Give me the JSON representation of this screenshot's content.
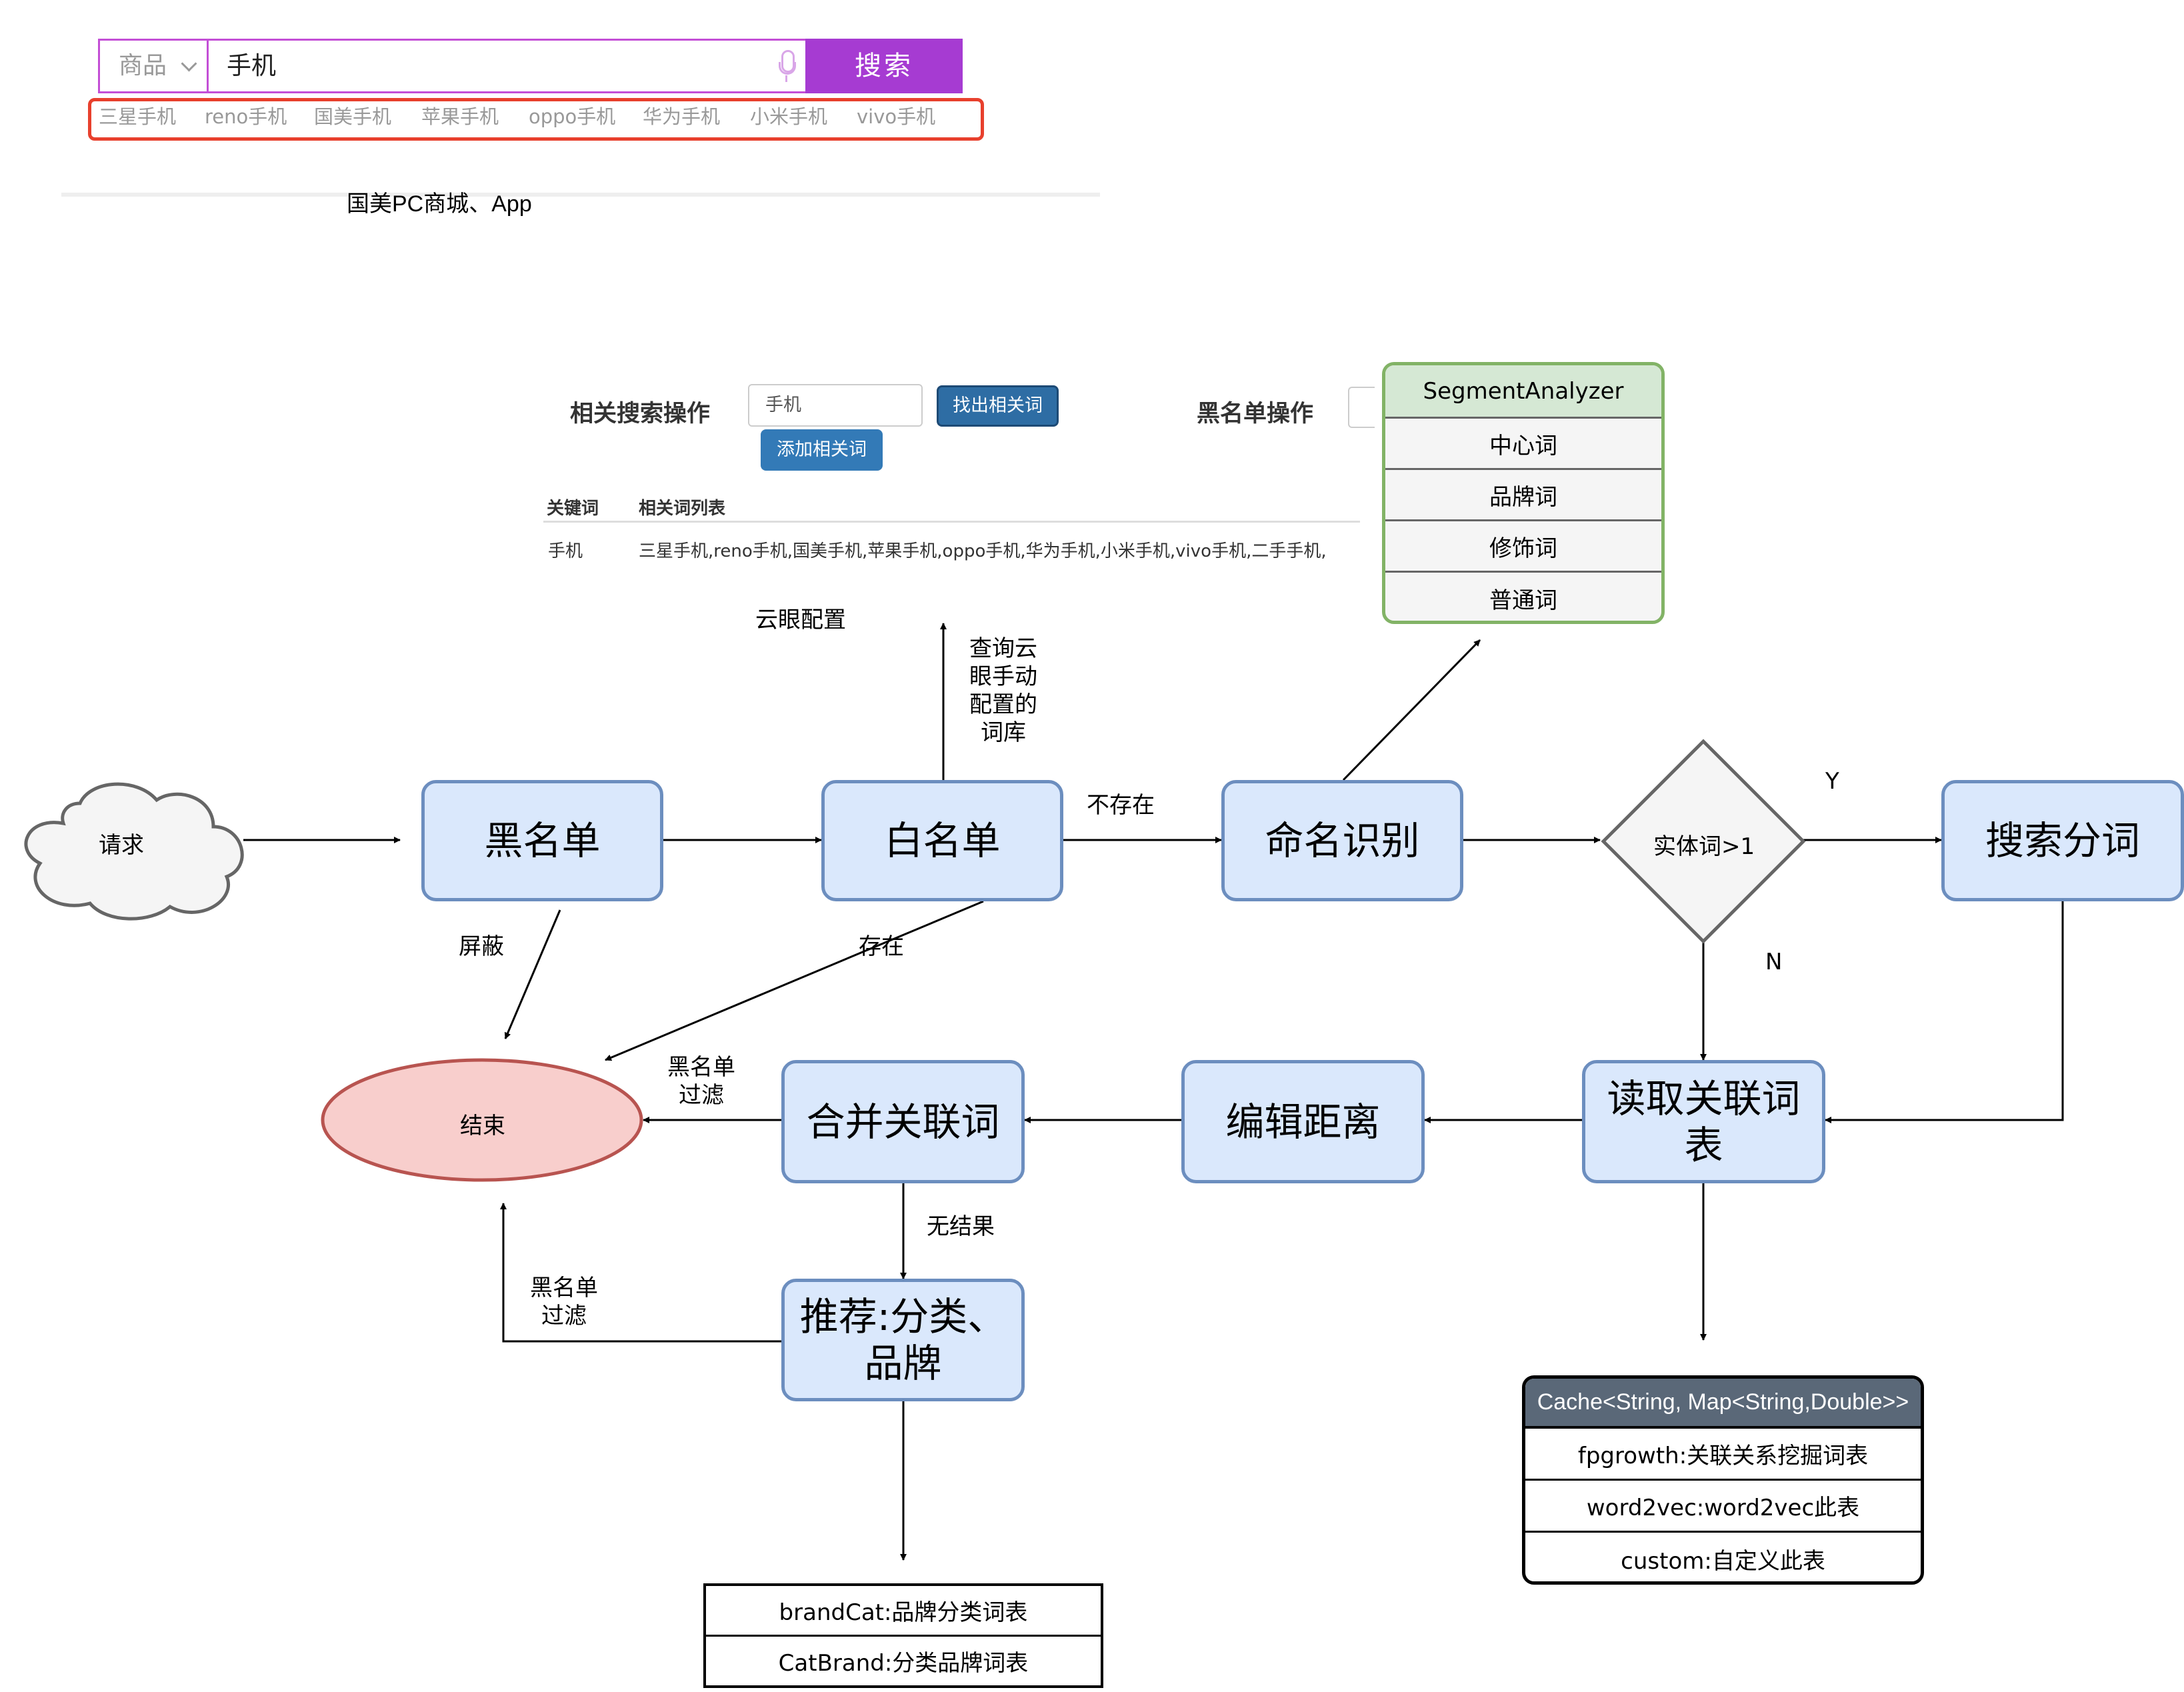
{
  "search": {
    "category": "商品",
    "query": "手机",
    "button": "搜索",
    "hot_words": [
      "三星手机",
      "reno手机",
      "国美手机",
      "苹果手机",
      "oppo手机",
      "华为手机",
      "小米手机",
      "vivo手机"
    ],
    "caption": "国美PC商城、App"
  },
  "config": {
    "related_title": "相关搜索操作",
    "input_value": "手机",
    "find_button": "找出相关词",
    "add_button": "添加相关词",
    "blacklist_title": "黑名单操作",
    "col_keyword": "关键词",
    "col_related": "相关词列表",
    "row_keyword": "手机",
    "row_related": "三星手机,reno手机,国美手机,苹果手机,oppo手机,华为手机,小米手机,vivo手机,二手手机,",
    "caption": "云眼配置"
  },
  "segment": {
    "header": "SegmentAnalyzer",
    "rows": [
      "中心词",
      "品牌词",
      "修饰词",
      "普通词"
    ]
  },
  "flow": {
    "request": "请求",
    "blacklist": "黑名单",
    "whitelist": "白名单",
    "ner": "命名识别",
    "decision": "实体词>1",
    "search_seg": "搜索分词",
    "end": "结束",
    "merge": "合并关联词",
    "edit_distance": "编辑距离",
    "read_table": "读取关联词表",
    "recommend": "推荐:分类、品牌"
  },
  "edges": {
    "query_whitelist": "查询云眼手动配置的词库",
    "not_exist": "不存在",
    "yes": "Y",
    "no": "N",
    "block": "屏蔽",
    "exist": "存在",
    "blacklist_filter_1": "黑名单过滤",
    "no_result": "无结果",
    "blacklist_filter_2": "黑名单过滤"
  },
  "cache": {
    "header": "Cache<String, Map<String,Double>>",
    "rows": [
      "fpgrowth:关联关系挖掘词表",
      "word2vec:word2vec此表",
      "custom:自定义此表"
    ]
  },
  "brand": {
    "rows": [
      "brandCat:品牌分类词表",
      "CatBrand:分类品牌词表"
    ]
  }
}
